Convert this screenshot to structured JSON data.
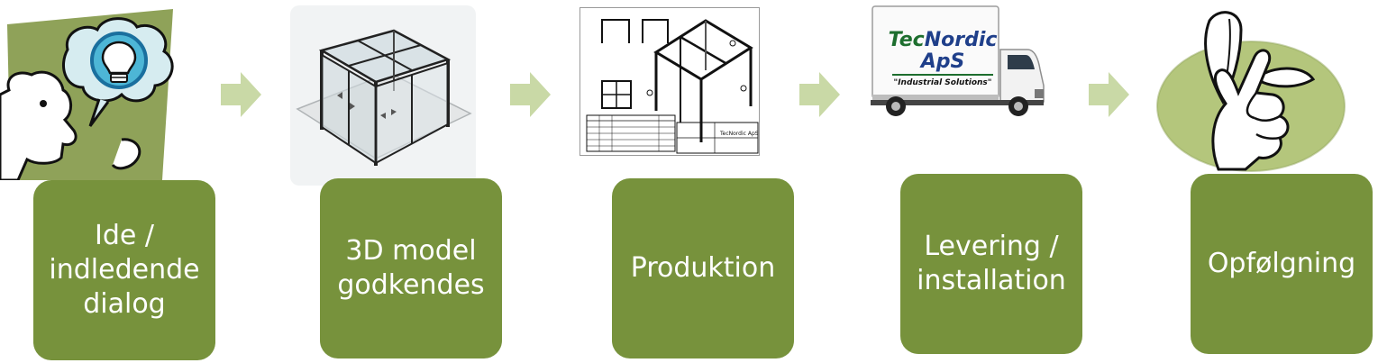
{
  "colors": {
    "step_box": "#77923c",
    "arrow": "#c9d9a6",
    "illustration_green": "#8fa259",
    "light_green": "#b4c67c"
  },
  "steps": [
    {
      "label_lines": [
        "Ide /",
        "indledende",
        "dialog"
      ],
      "icon": "idea-lightbulb-thought-icon"
    },
    {
      "label_lines": [
        "3D model",
        "godkendes"
      ],
      "icon": "3d-model-cabin-icon"
    },
    {
      "label_lines": [
        "Produktion"
      ],
      "icon": "technical-drawing-icon"
    },
    {
      "label_lines": [
        "Levering /",
        "installation"
      ],
      "icon": "delivery-truck-icon"
    },
    {
      "label_lines": [
        "Opfølgning"
      ],
      "icon": "hand-gesture-icon"
    }
  ],
  "truck": {
    "brand_prefix": "Tec",
    "brand_suffix": "Nordic ApS",
    "slogan": "\"Industrial Solutions\""
  },
  "drawing": {
    "company": "TecNordic ApS"
  }
}
